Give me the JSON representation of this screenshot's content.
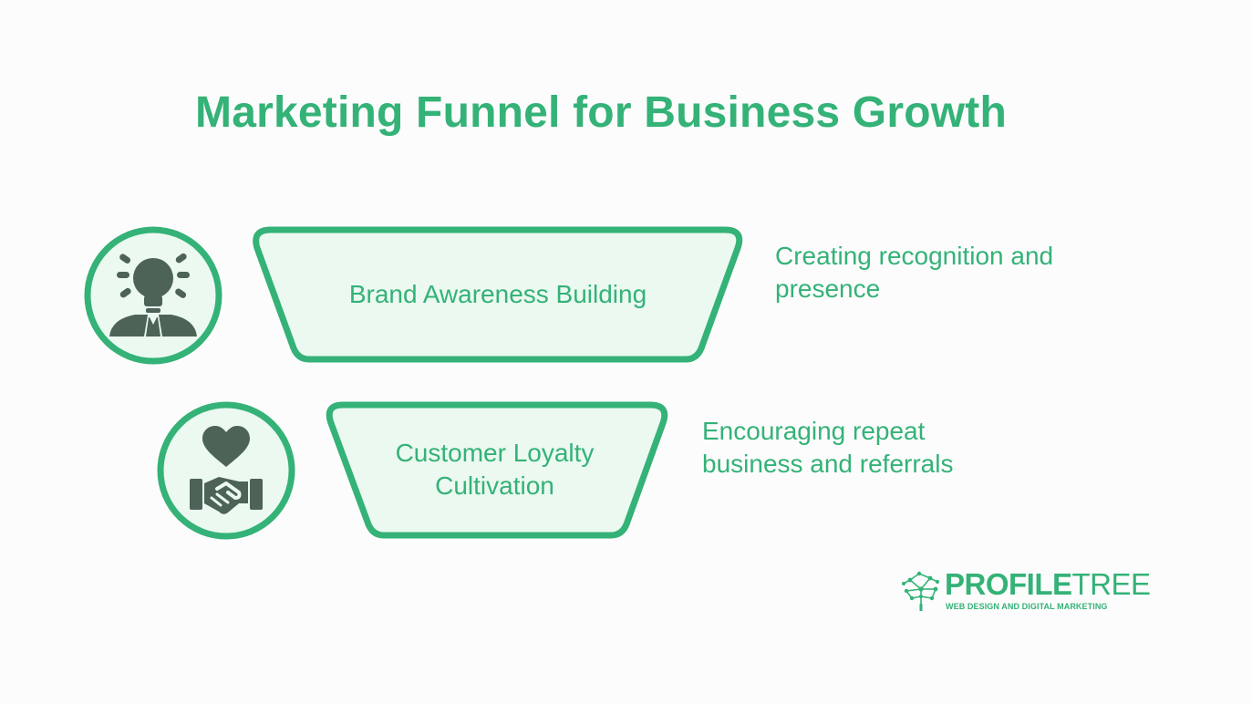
{
  "title": "Marketing Funnel for Business Growth",
  "colors": {
    "accent": "#34b277",
    "funnel_fill": "#ebf9f1",
    "icon_fill": "#4d6357",
    "background": "#fcfcfc"
  },
  "stages": [
    {
      "label": "Brand Awareness Building",
      "description": "Creating recognition and presence",
      "icon": "lightbulb-person-icon"
    },
    {
      "label": "Customer Loyalty Cultivation",
      "description": "Encouraging repeat business and referrals",
      "icon": "heart-handshake-icon"
    }
  ],
  "logo": {
    "name_bold": "PROFILE",
    "name_light": "TREE",
    "tagline": "WEB DESIGN AND DIGITAL MARKETING",
    "icon": "tree-network-icon"
  }
}
